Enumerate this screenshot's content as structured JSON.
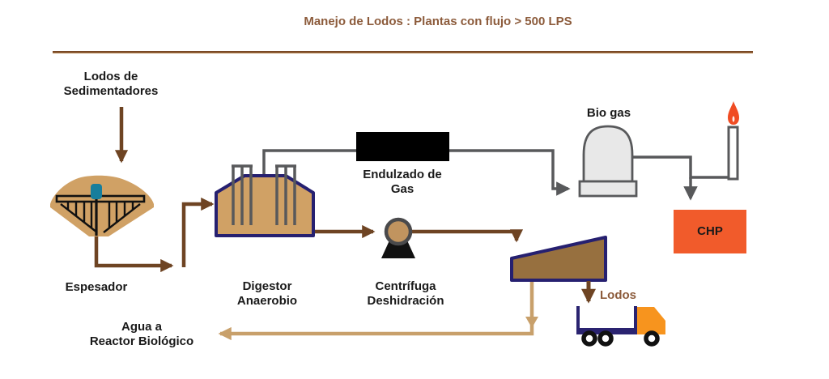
{
  "title": "Manejo de Lodos : Plantas con flujo > 500 LPS",
  "nodes": {
    "sludge_source": {
      "label": "Lodos de\nSedimentadores"
    },
    "thickener": {
      "label": "Espesador"
    },
    "digester": {
      "label": "Digestor\nAnaerobio"
    },
    "gas_sweetening": {
      "label": "Endulzado de\nGas"
    },
    "biogas": {
      "label": "Bio gas"
    },
    "chp": {
      "label": "CHP"
    },
    "centrifuge": {
      "label": "Centrífuga\nDeshidración"
    },
    "sludge_out": {
      "label": "Lodos"
    },
    "water_return": {
      "label": "Agua a\nReactor Biológico"
    }
  },
  "colors": {
    "title_brown": "#8c5b3b",
    "dark_brown_pipe": "#6e4423",
    "light_tan_pipe": "#c8a06b",
    "tank_tan": "#d0a165",
    "sludge_brown": "#97703f",
    "navy_outline": "#262070",
    "gray_pipe": "#58595b",
    "biogas_gray": "#e8e8e8",
    "chp_orange": "#f15b2b",
    "truck_orange": "#f7941e",
    "motor_teal": "#177e9c",
    "flame_orange": "#f04c23",
    "gas_box_black": "#000000"
  }
}
